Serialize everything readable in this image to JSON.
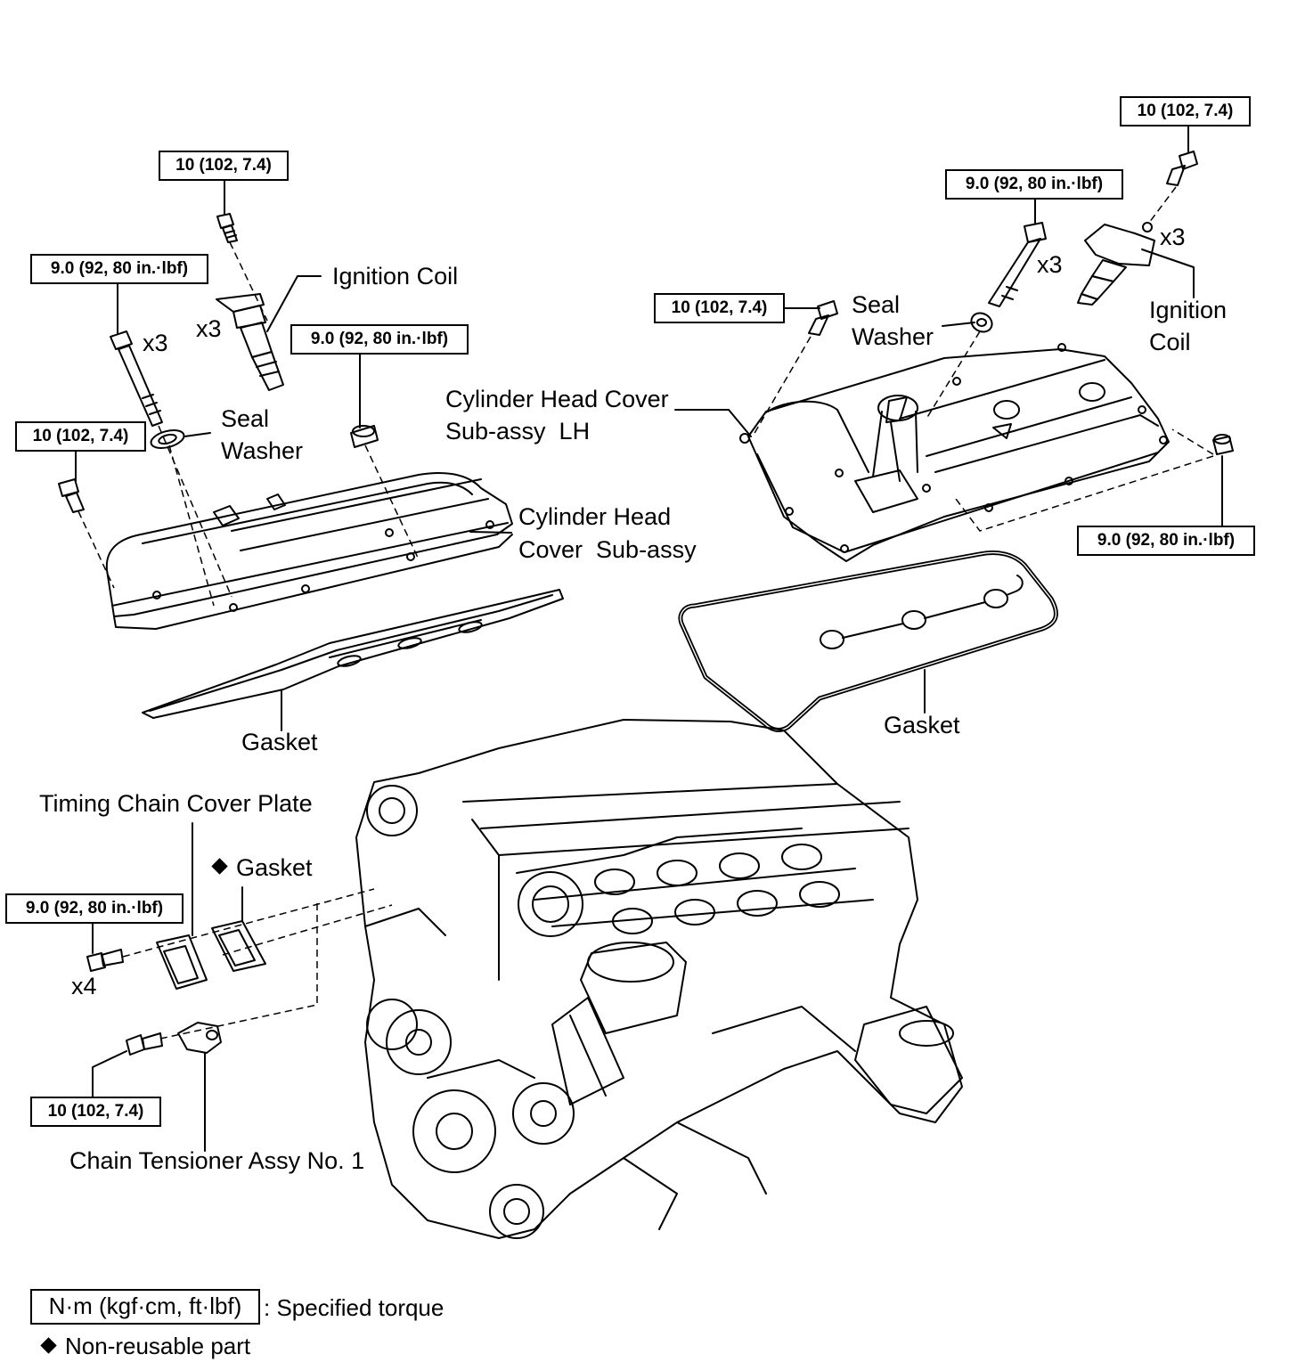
{
  "callouts": {
    "ignition_coil_left": "Ignition Coil",
    "seal_washer_left": [
      "Seal",
      "Washer"
    ],
    "cylinder_head_cover_left": [
      "Cylinder Head",
      "Cover  Sub-assy"
    ],
    "gasket_left": "Gasket",
    "cylinder_head_cover_lh": [
      "Cylinder Head Cover",
      "Sub-assy  LH"
    ],
    "seal_washer_right": [
      "Seal",
      "Washer"
    ],
    "ignition_coil_right": [
      "Ignition",
      "Coil"
    ],
    "gasket_right": "Gasket",
    "timing_chain_cover_plate": "Timing Chain Cover Plate",
    "gasket_timing": "Gasket",
    "chain_tensioner": "Chain Tensioner Assy No. 1"
  },
  "quantities": {
    "x3_coil_left": "x3",
    "x3_bolt_left": "x3",
    "x3_bolt_right": "x3",
    "x3_coil_right": "x3",
    "x4_plate_bolts": "x4"
  },
  "torques": {
    "t_10": "10 (102, 7.4)",
    "t_9": "9.0 (92, 80 in.·lbf)"
  },
  "legend": {
    "torque_units": "N·m (kgf·cm, ft·lbf)",
    "torque_desc": ": Specified torque",
    "non_reusable": "Non-reusable part"
  },
  "icons": {
    "non_reusable_mark": "diamond-icon"
  },
  "colors": {
    "line": "#000000",
    "background": "#ffffff"
  }
}
